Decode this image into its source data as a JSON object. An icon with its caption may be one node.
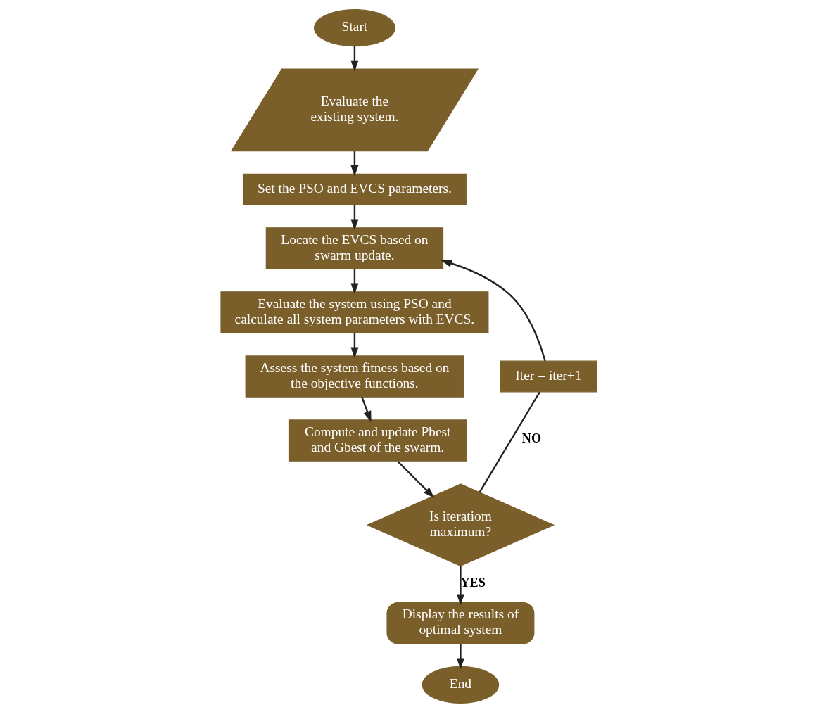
{
  "diagram": {
    "nodes": [
      {
        "text": [
          "Start"
        ]
      },
      {
        "text": [
          "Evaluate the existing system."
        ]
      },
      {
        "text": [
          "Set the PSO and EVCS parameters."
        ]
      },
      {
        "text": [
          "Locate the EVCS based on swarm update."
        ]
      },
      {
        "text": [
          "Evaluate the system using PSO and calculate all system parameters with EVCS."
        ]
      },
      {
        "text": [
          "Assess the system fitness based on the objective functions."
        ]
      },
      {
        "text": [
          "Compute and update Pbest and Gbest of the swarm."
        ]
      },
      {
        "text": [
          "Is iteratiom maximum?"
        ]
      },
      {
        "text": [
          "Iter = iter+1"
        ]
      },
      {
        "text": [
          "Display the results of optimal system"
        ]
      },
      {
        "text": [
          "End"
        ]
      }
    ],
    "edges": [
      {
        "from": 0,
        "to": 1,
        "arrow": "to"
      },
      {
        "from": 1,
        "to": 2,
        "arrow": "to"
      },
      {
        "from": 2,
        "to": 3,
        "arrow": "to"
      },
      {
        "from": 3,
        "to": 4,
        "arrow": "to"
      },
      {
        "from": 4,
        "to": 5,
        "arrow": "to"
      },
      {
        "from": 5,
        "to": 6,
        "arrow": "to"
      },
      {
        "from": 6,
        "to": 7,
        "arrow": "to"
      },
      {
        "from": 7,
        "to": 8,
        "label": "NO",
        "arrow": "none"
      },
      {
        "from": 8,
        "to": 3,
        "arrow": "to"
      },
      {
        "from": 7,
        "to": 9,
        "label": "YES",
        "arrow": "to"
      },
      {
        "from": 9,
        "to": 10,
        "arrow": "to"
      }
    ]
  }
}
